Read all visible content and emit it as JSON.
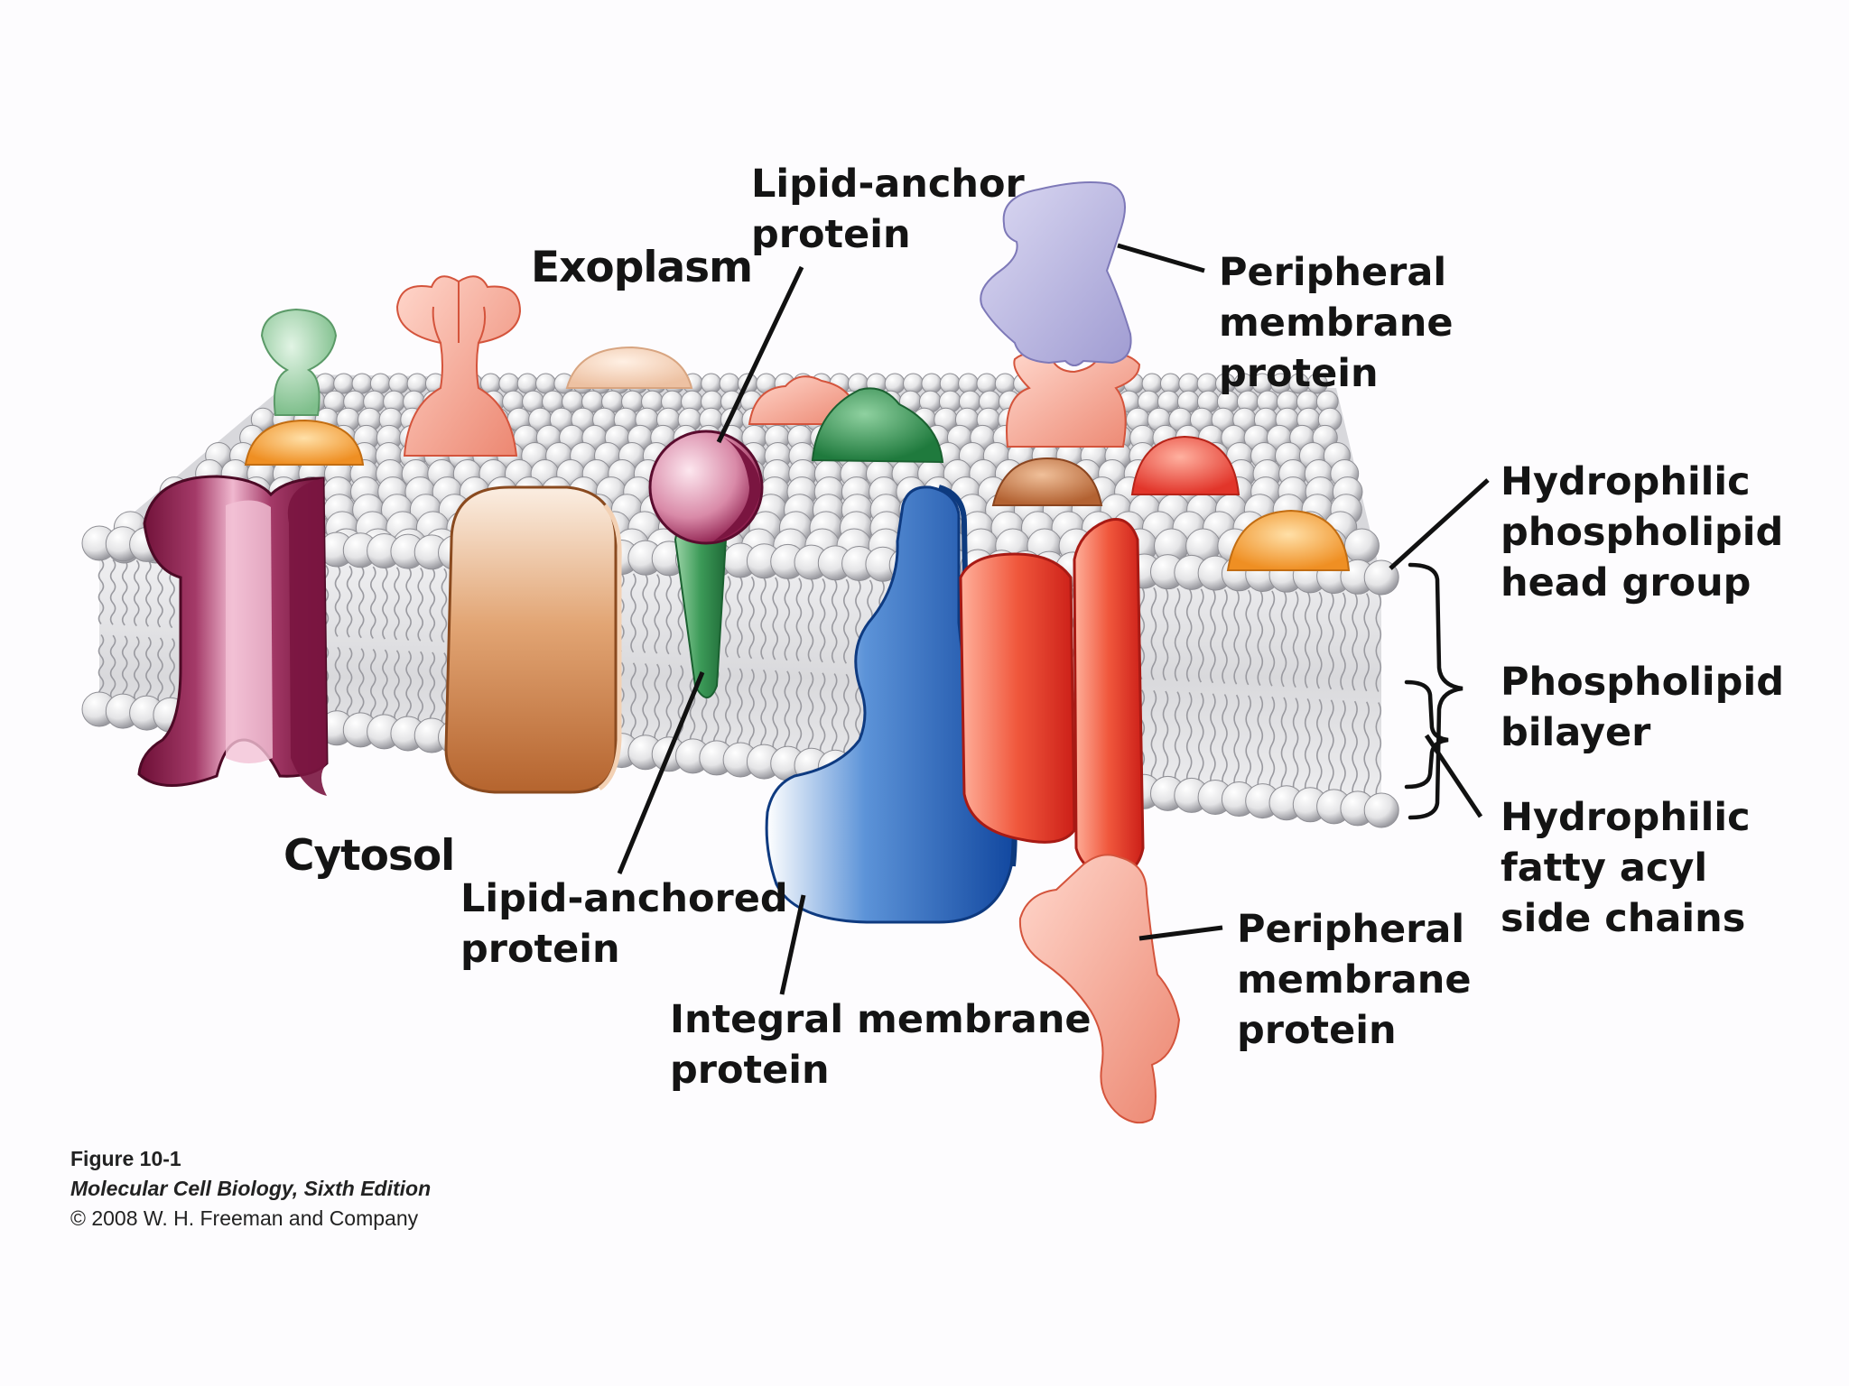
{
  "labels": {
    "exoplasm": "Exoplasm",
    "cytosol": "Cytosol",
    "lipid_anchor_protein": [
      "Lipid-anchor",
      "protein"
    ],
    "peripheral_top": [
      "Peripheral",
      "membrane",
      "protein"
    ],
    "hydrophilic_head": [
      "Hydrophilic",
      "phospholipid",
      "head group"
    ],
    "phospholipid_bilayer": [
      "Phospholipid",
      "bilayer"
    ],
    "fatty_acyl": [
      "Hydrophilic",
      "fatty acyl",
      "side chains"
    ],
    "peripheral_bottom": [
      "Peripheral",
      "membrane",
      "protein"
    ],
    "integral": [
      "Integral membrane",
      "protein"
    ],
    "lipid_anchored": [
      "Lipid-anchored",
      "protein"
    ]
  },
  "caption": {
    "figure": "Figure 10-1",
    "book": "Molecular Cell Biology, Sixth Edition",
    "copyright": "© 2008 W. H. Freeman and Company"
  },
  "colors": {
    "head_sphere": "#e8e8ea",
    "channel": "#8b1a4a",
    "tan_protein": "#c8763a",
    "green_anchor": "#2f8a4c",
    "blue_integral": "#1f5fb8",
    "red_integral": "#e2352a",
    "lavender": "#b3b0dc",
    "salmon": "#f2a08a"
  }
}
